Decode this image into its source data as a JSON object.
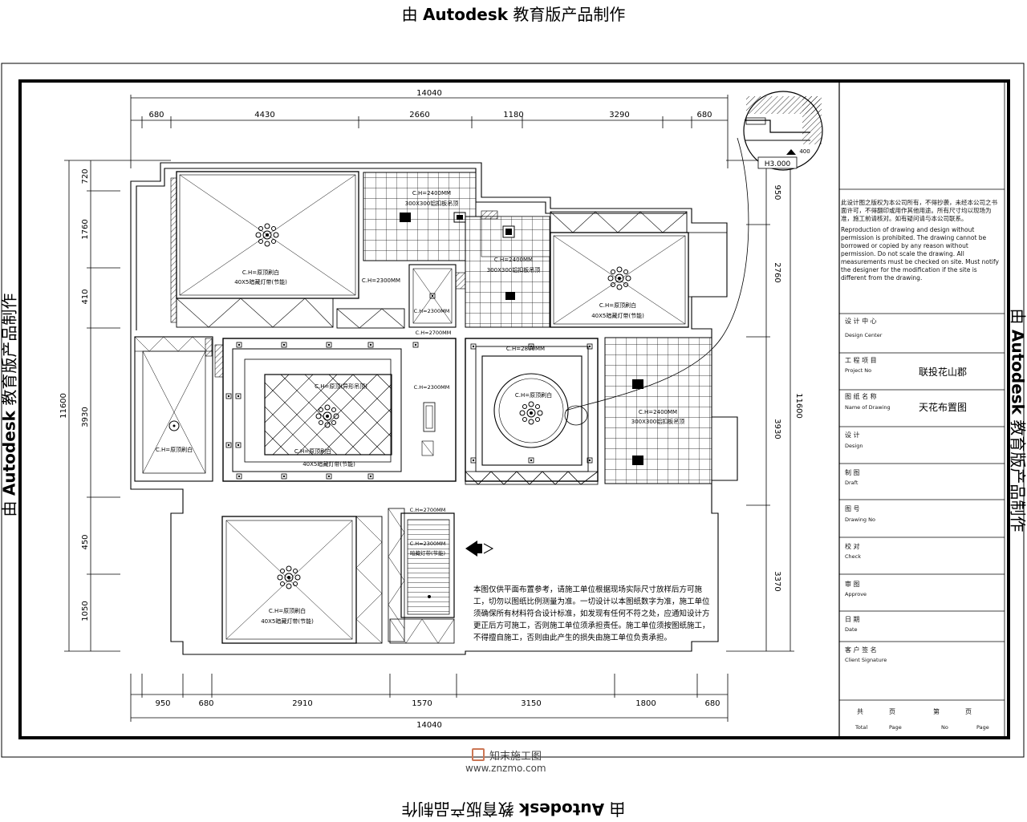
{
  "watermark": {
    "text_prefix": "由 ",
    "text_brand": "Autodesk",
    "text_suffix": " 教育版产品制作"
  },
  "dimensions": {
    "overall_top": "14040",
    "overall_bottom": "14040",
    "top_segments": [
      "680",
      "4430",
      "2660",
      "1180",
      "3290",
      "680"
    ],
    "bottom_segments": [
      "950",
      "680",
      "2910",
      "1570",
      "3150",
      "1800",
      "680"
    ],
    "left_overall": "11600",
    "left_segments": [
      "720",
      "1760",
      "410",
      "3930",
      "450",
      "1050"
    ],
    "right_overall": "11600",
    "right_segments": [
      "950",
      "2760",
      "3930",
      "3370"
    ]
  },
  "rooms": {
    "bedroom_nw_label1": "C.H=原顶刷白",
    "bedroom_nw_label2": "40X5暗藏灯带(节能)",
    "bath_n_label1": "C.H=2400MM",
    "bath_n_label2": "300X300铝扣板吊顶",
    "corridor_label": "C.H=2300MM",
    "small_label": "C.H=2300MM",
    "kitchen_label1": "C.H=2400MM",
    "kitchen_label2": "300X300铝扣板吊顶",
    "ne_room_label1": "C.H=原顶刷白",
    "ne_room_label2": "40X5暗藏灯带(节能)",
    "west_room_label": "C.H=原顶刷白",
    "living_label1": "C.H=原顶(异形吊顶)",
    "living_label2": "C.H=原顶刷白",
    "living_label3": "40X5暗藏灯带(节能)",
    "living_side_label": "C.H=2300MM",
    "living_top_label": "C.H=2700MM",
    "dining_label1": "C.H=2800MM",
    "dining_label2": "C.H=原顶刷白",
    "balcony_label1": "C.H=2400MM",
    "balcony_label2": "300X300铝扣板吊顶",
    "sw_room_label1": "C.H=原顶刷白",
    "sw_room_label2": "40X5暗藏灯带(节能)",
    "entry_label1": "C.H=2700MM",
    "entry_label2": "C.H=2300MM",
    "entry_label3": "暗藏灯带(节能)",
    "detail_callout": "H3.000",
    "detail_dim": "400"
  },
  "notes_zh": "本图仅供平面布置参考，请施工单位根据现场实际尺寸放样后方可施工，切勿以图纸比例测量为准。一切设计以本图纸数字为准，施工单位须确保所有材料符合设计标准，如发现有任何不符之处，应通知设计方更正后方可施工，否则施工单位须承担责任。施工单位须按图纸施工，不得擅自施工，否则由此产生的损失由施工单位负责承担。",
  "title_block": {
    "notice_zh": "此设计图之版权为本公司所有，不得抄袭，未经本公司之书面许可，不得翻印或用作其他用途。所有尺寸均以现场为准，施工前请核对。如有疑问请与本公司联系。",
    "notice_en": "Reproduction of drawing and design without permission is prohibited. The drawing cannot be borrowed or copied by any reason without permission. Do not scale the drawing. All measurements must be checked on site. Must notify the designer for the modification if the site is different from the drawing.",
    "design_center_zh": "设 计 中 心",
    "design_center_en": "Design Center",
    "project_zh": "工 程 项 目",
    "project_en": "Project No",
    "project_value": "联投花山郡",
    "drawing_name_zh": "图 纸 名 称",
    "drawing_name_en": "Name of Drawing",
    "drawing_name_value": "天花布置图",
    "design_zh": "设 计",
    "design_en": "Design",
    "draft_zh": "制 图",
    "draft_en": "Draft",
    "drawing_no_zh": "图 号",
    "drawing_no_en": "Drawing No",
    "check_zh": "校 对",
    "check_en": "Check",
    "approve_zh": "审 图",
    "approve_en": "Approve",
    "date_zh": "日 期",
    "date_en": "Date",
    "client_zh": "客 户 签 名",
    "client_en": "Client Signature",
    "total_zh": "共",
    "page_zh": "页",
    "no_zh": "第",
    "total_en": "Total",
    "page_en": "Page",
    "no_en": "No",
    "page_en2": "Page"
  },
  "logo": {
    "name": "知末施工图",
    "url": "www.znzmo.com",
    "icon": "znzmo-logo-icon"
  }
}
